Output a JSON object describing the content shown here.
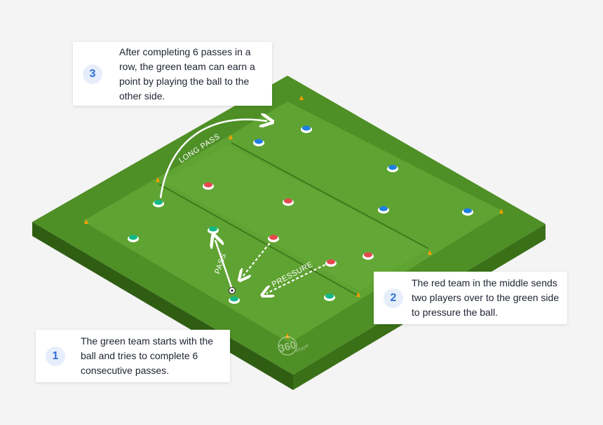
{
  "callouts": [
    {
      "num": "3",
      "text": "After completing 6 passes in a row, the green team can earn a point by playing the ball to the other side."
    },
    {
      "num": "2",
      "text": "The red team in the middle sends two players over to the green side to pressure the ball."
    },
    {
      "num": "1",
      "text": "The green team starts with the ball and tries to complete 6 consecutive passes."
    }
  ],
  "labels": {
    "long_pass": "LONG PASS",
    "pass": "PASS",
    "pressure": "PRESSURE"
  },
  "logo": {
    "number": "360",
    "word": "Player"
  },
  "colors": {
    "green_team": "#12b886",
    "red_team": "#e5484d",
    "blue_team": "#1f7fe0",
    "cone": "#f59f00",
    "grass": "#5e9e2e"
  }
}
